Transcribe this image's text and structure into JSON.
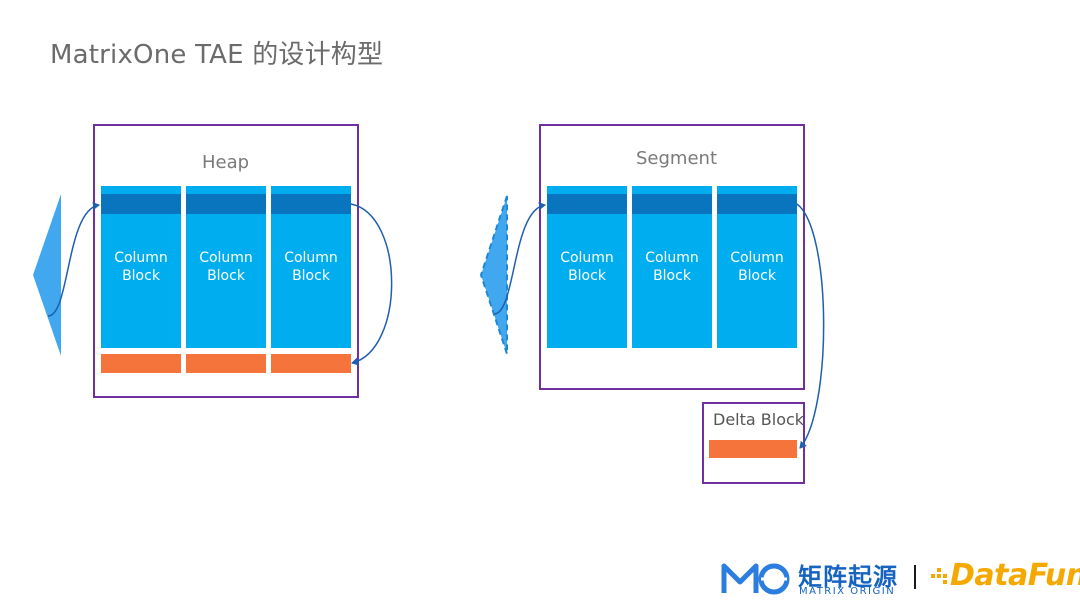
{
  "title": "MatrixOne TAE 的设计构型",
  "heap": {
    "label": "Heap",
    "columns": [
      {
        "line1": "Column",
        "line2": "Block"
      },
      {
        "line1": "Column",
        "line2": "Block"
      },
      {
        "line1": "Column",
        "line2": "Block"
      }
    ]
  },
  "segment": {
    "label": "Segment",
    "columns": [
      {
        "line1": "Column",
        "line2": "Block"
      },
      {
        "line1": "Column",
        "line2": "Block"
      },
      {
        "line1": "Column",
        "line2": "Block"
      }
    ]
  },
  "delta": {
    "label": "Delta Block"
  },
  "branding": {
    "matrix_origin_cn": "矩阵起源",
    "matrix_origin_en": "MATRIX ORIGIN",
    "datafun": "DataFun."
  },
  "colors": {
    "frame": "#7030a0",
    "column": "#00aeef",
    "column_head": "#0a75bf",
    "delta_bar": "#f4743b",
    "arrow": "#1f5fae",
    "pointer": "#41a8f0"
  }
}
